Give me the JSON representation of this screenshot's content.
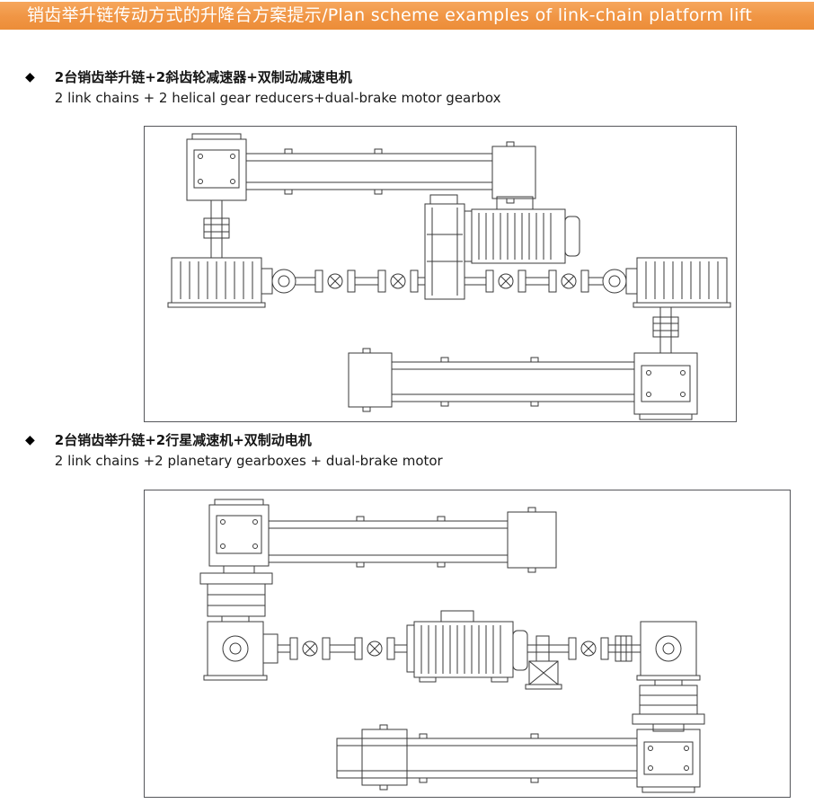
{
  "header": {
    "title": "销齿举升链传动方式的升降台方案提示/Plan scheme examples of link-chain platform lift",
    "bg_color": "#F09544",
    "text_color": "#FFFFFF"
  },
  "sections": [
    {
      "bullet": "◆",
      "title_zh": "2台销齿举升链+2斜齿轮减速器+双制动减速电机",
      "title_en": "2 link chains + 2 helical gear reducers+dual-brake motor gearbox"
    },
    {
      "bullet": "◆",
      "title_zh": "2台销齿举升链+2行星减速机+双制动电机",
      "title_en": "2 link chains +2 planetary gearboxes + dual-brake motor"
    }
  ],
  "diagram_line_color": "#3A3A3A",
  "diagram_border_color": "#55565A"
}
